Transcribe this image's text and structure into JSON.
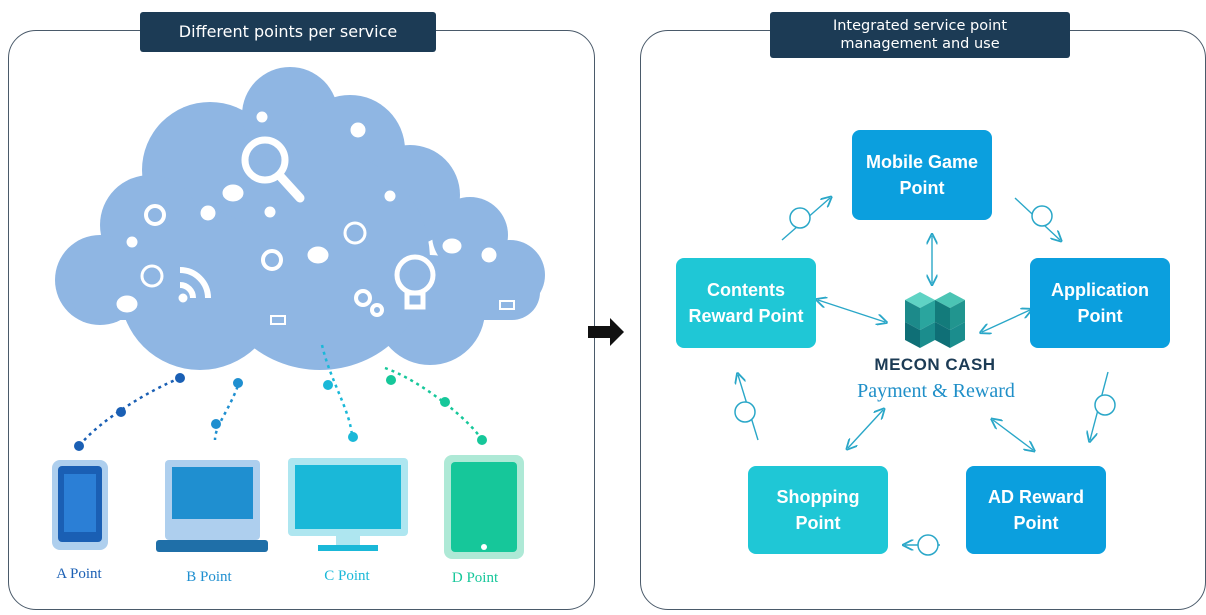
{
  "left": {
    "header": "Different points per service",
    "devices": [
      {
        "label": "A Point",
        "color": "#1a5fb4"
      },
      {
        "label": "B Point",
        "color": "#1f8fd0"
      },
      {
        "label": "C Point",
        "color": "#1ab8d8"
      },
      {
        "label": "D Point",
        "color": "#16c79a"
      }
    ]
  },
  "right": {
    "header_line1": "Integrated service point",
    "header_line2": "management and use",
    "nodes": {
      "mobile_game": "Mobile Game\nPoint",
      "application": "Application\nPoint",
      "ad_reward": "AD Reward\nPoint",
      "shopping": "Shopping\nPoint",
      "contents_reward": "Contents\nReward Point"
    },
    "center_brand": "MECON CASH",
    "center_subtitle": "Payment & Reward"
  },
  "colors": {
    "header_bg": "#1c3b55",
    "node_blue": "#0b9fde",
    "node_teal": "#1fc7d6",
    "cloud": "#8fb6e3"
  }
}
